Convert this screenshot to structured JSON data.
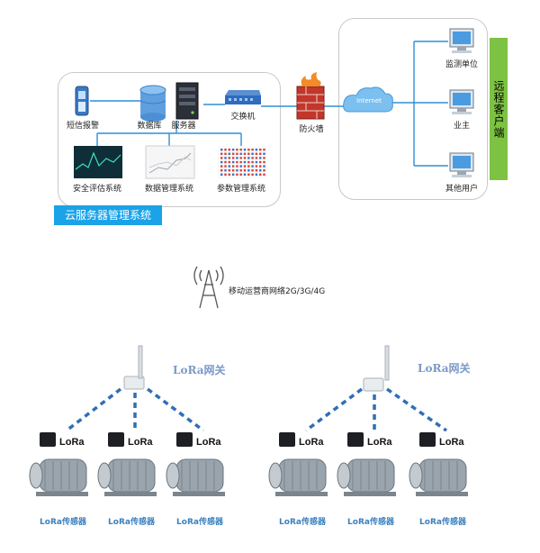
{
  "cloud_system": {
    "title": "云服务器管理系统",
    "sms_alarm": "短信报警",
    "database": "数据库",
    "server": "服务器",
    "switch": "交换机",
    "safety_system": "安全评估系统",
    "data_system": "数据管理系统",
    "param_system": "参数管理系统"
  },
  "firewall": "防火墙",
  "internet": "Internet",
  "remote": {
    "title": "远程客户端",
    "monitor_unit": "监测单位",
    "owner": "业主",
    "other_users": "其他用户"
  },
  "mobile_network": "移动运营商网络2G/3G/4G",
  "gateways": [
    {
      "label": "LoRa网关"
    },
    {
      "label": "LoRa网关"
    }
  ],
  "lora_badge": "LoRa",
  "sensors": [
    {
      "label": "LoRa传感器"
    },
    {
      "label": "LoRa传感器"
    },
    {
      "label": "LoRa传感器"
    },
    {
      "label": "LoRa传感器"
    },
    {
      "label": "LoRa传感器"
    },
    {
      "label": "LoRa传感器"
    }
  ],
  "colors": {
    "panel_border": "#c9c9c9",
    "caption_blue": "#1aa3e8",
    "remote_green": "#7dc242",
    "link_blue": "#2f8fd6",
    "wireless_dash": "#2f6fb5"
  }
}
